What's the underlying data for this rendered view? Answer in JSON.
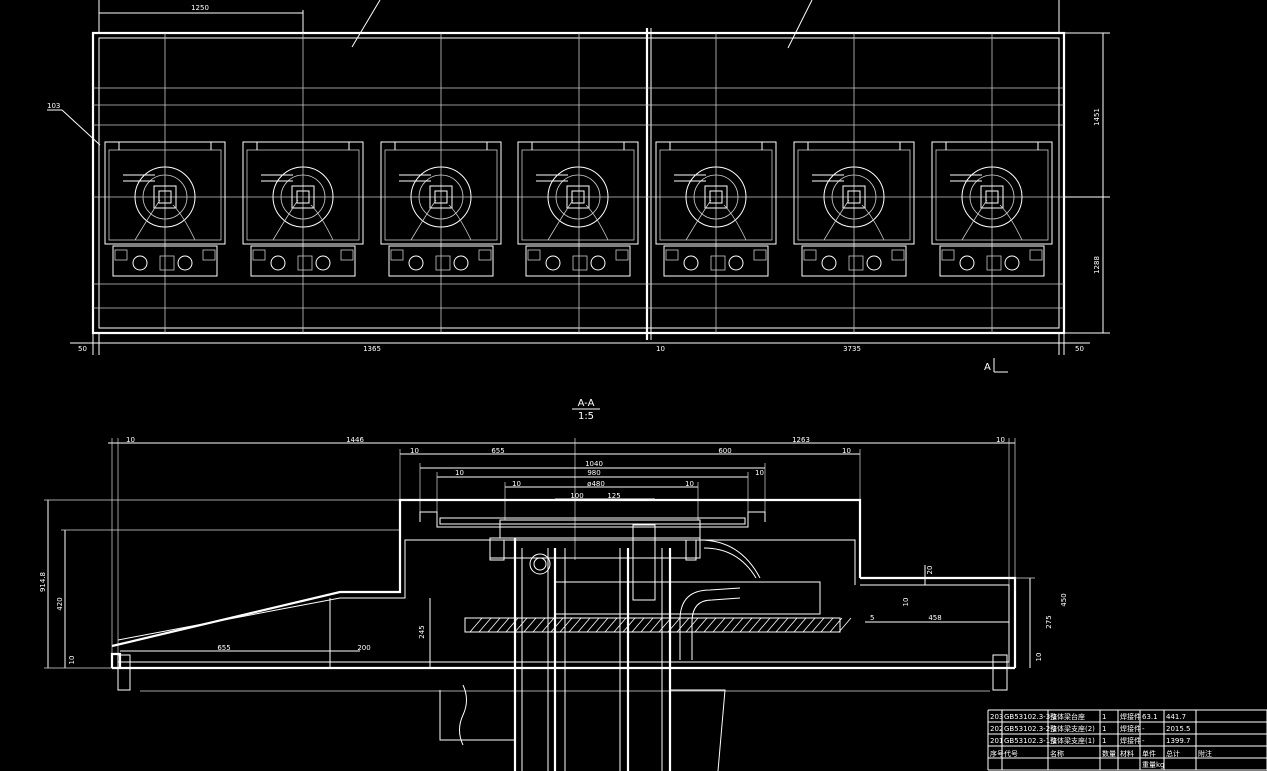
{
  "top_view": {
    "dim_top": "1250",
    "leader_label": "103",
    "dim_right_1": "1451",
    "dim_right_2": "1288",
    "dim_bottom_left_small": "50",
    "dim_bottom_left": "1365",
    "dim_bottom_mid_small": "10",
    "dim_bottom_right": "3735",
    "dim_bottom_right_small": "50",
    "section_marker": "A"
  },
  "section_view": {
    "title": "A-A",
    "scale": "1:5",
    "dims": {
      "d10a": "10",
      "d1446": "1446",
      "d1263": "1263",
      "d10b": "10",
      "d10c": "10",
      "d655a": "655",
      "d600": "600",
      "d10d": "10",
      "d1040": "1040",
      "d10e": "10",
      "d980": "980",
      "d10f": "10",
      "d10g": "10",
      "d480": "ø480",
      "d10h": "10",
      "d100": "100",
      "d125": "125",
      "d914": "914.8",
      "d420": "420",
      "d10i": "10",
      "d655b": "655",
      "d200": "200",
      "d245": "245",
      "d20": "20",
      "d10j": "10",
      "d5": "5",
      "d458": "458",
      "d450": "450",
      "d275": "275",
      "d10k": "10"
    }
  },
  "parts_table": {
    "rows": [
      {
        "no": "203",
        "code": "GB53102.3-3-1",
        "name": "整体梁台座",
        "qty": "1",
        "mat": "焊接件",
        "unit": "63.1",
        "total": "441.7"
      },
      {
        "no": "202",
        "code": "GB53102.3-2-1",
        "name": "整体梁支座(2)",
        "qty": "1",
        "mat": "焊接件",
        "unit": "-",
        "total": "2015.5"
      },
      {
        "no": "201",
        "code": "GB53102.3-1-1",
        "name": "整体梁支座(1)",
        "qty": "1",
        "mat": "焊接件",
        "unit": "-",
        "total": "1399.7"
      }
    ],
    "header": [
      "序号",
      "代号",
      "名称",
      "数量",
      "材料",
      "单件",
      "总计",
      "附注"
    ],
    "header_line2": [
      "重量kg"
    ]
  },
  "colors": {
    "background": "#000000",
    "lines": "#ffffff"
  }
}
